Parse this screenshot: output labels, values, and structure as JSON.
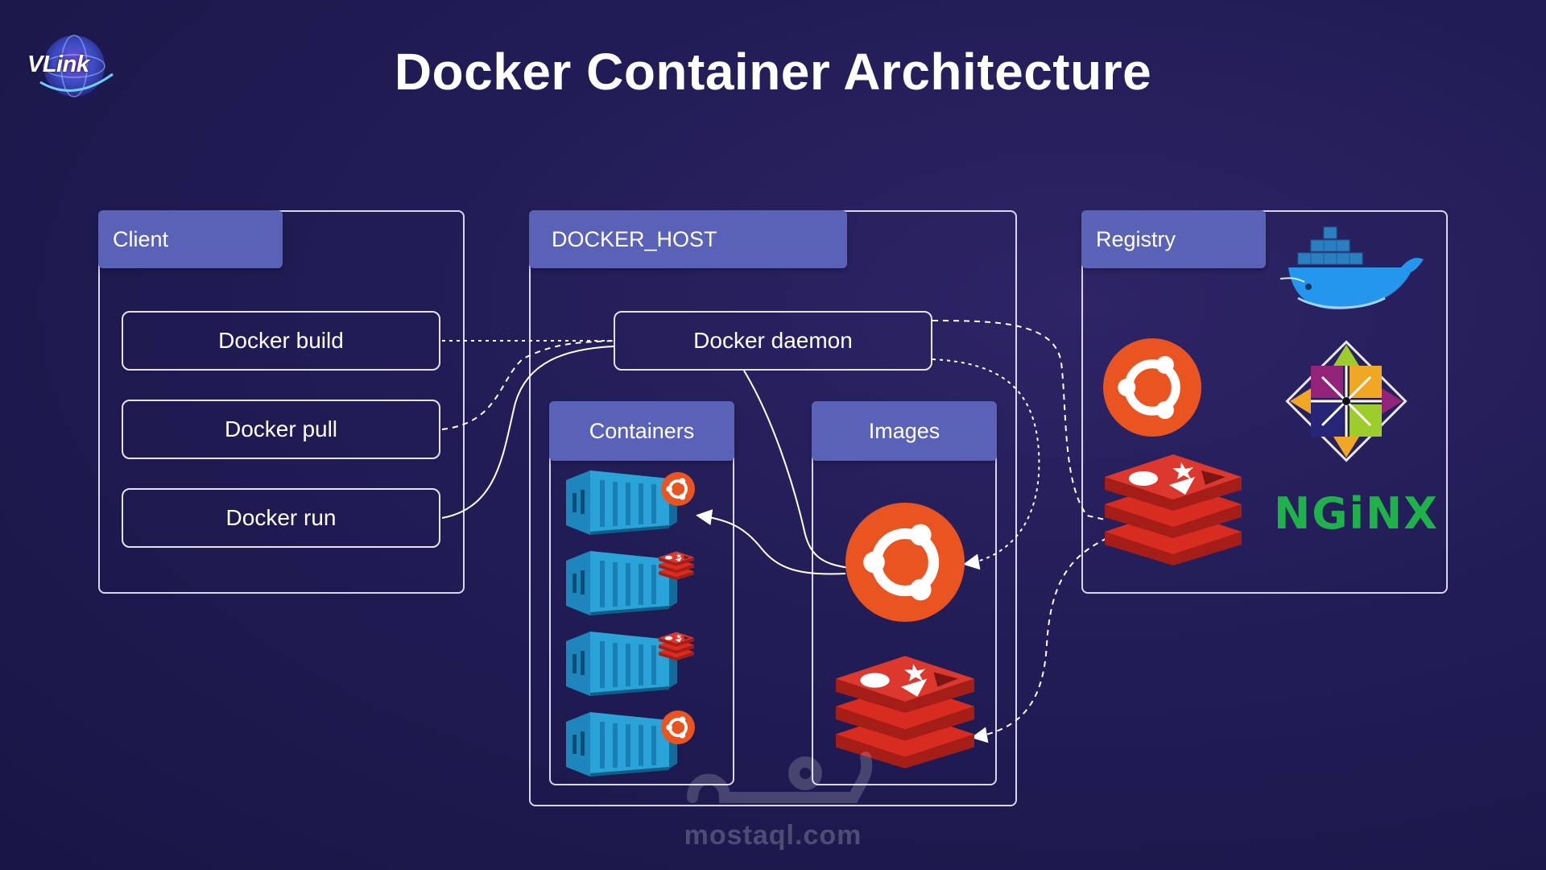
{
  "title": "Docker Container Architecture",
  "logo": {
    "text": "VLink"
  },
  "client": {
    "header": "Client",
    "commands": [
      "Docker build",
      "Docker pull",
      "Docker run"
    ]
  },
  "docker_host": {
    "header": "DOCKER_HOST",
    "daemon": "Docker daemon",
    "containers_header": "Containers",
    "images_header": "Images"
  },
  "registry": {
    "header": "Registry",
    "logos": [
      "docker-whale",
      "ubuntu",
      "centos",
      "redis",
      "nginx"
    ],
    "nginx_text": "NGiNX"
  },
  "watermark": "mostaql.com",
  "colors": {
    "background": "#211c55",
    "tab": "#5a62b8",
    "ubuntu": "#e95420",
    "redis": "#d82c20",
    "container_blue": "#2aa3d8",
    "nginx_green": "#1fb24a"
  }
}
